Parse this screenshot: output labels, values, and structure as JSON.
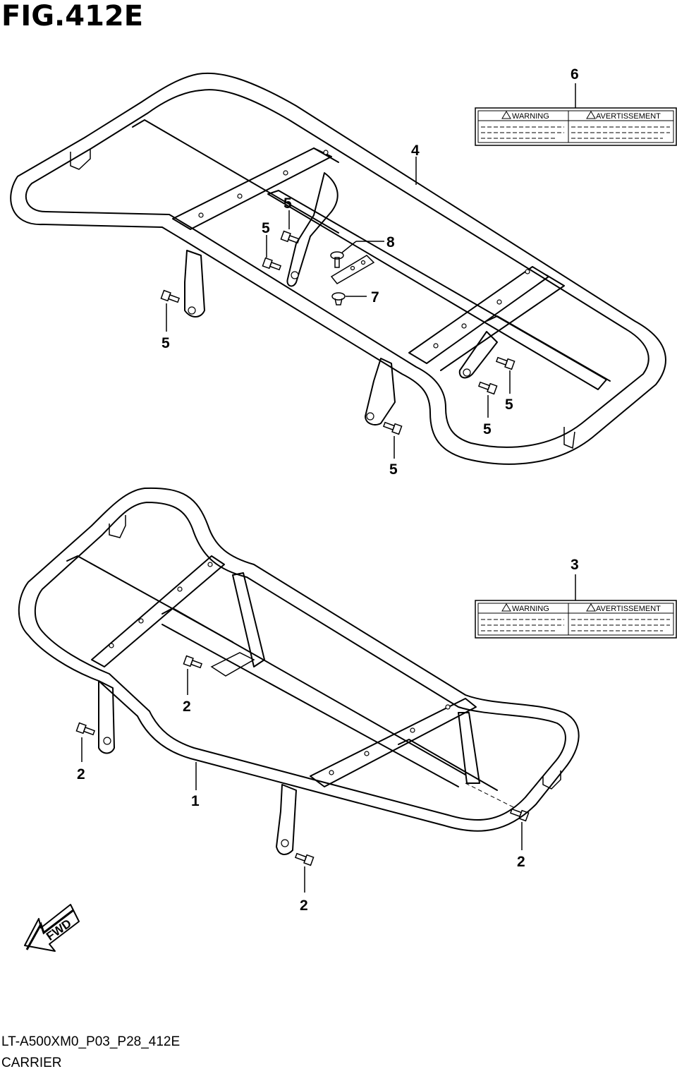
{
  "figure": {
    "title": "FIG.412E",
    "code": "LT-A500XM0_P03_P28_412E",
    "name": "CARRIER"
  },
  "labels": {
    "warning": "WARNING",
    "avertissement": "AVERTISSEMENT"
  },
  "callouts": {
    "c1": "1",
    "c2a": "2",
    "c2b": "2",
    "c2c": "2",
    "c2d": "2",
    "c3": "3",
    "c4": "4",
    "c5a": "5",
    "c5b": "5",
    "c5c": "5",
    "c5d": "5",
    "c5e": "5",
    "c5f": "5",
    "c6": "6",
    "c7": "7",
    "c8": "8"
  },
  "fwd": "FWD"
}
